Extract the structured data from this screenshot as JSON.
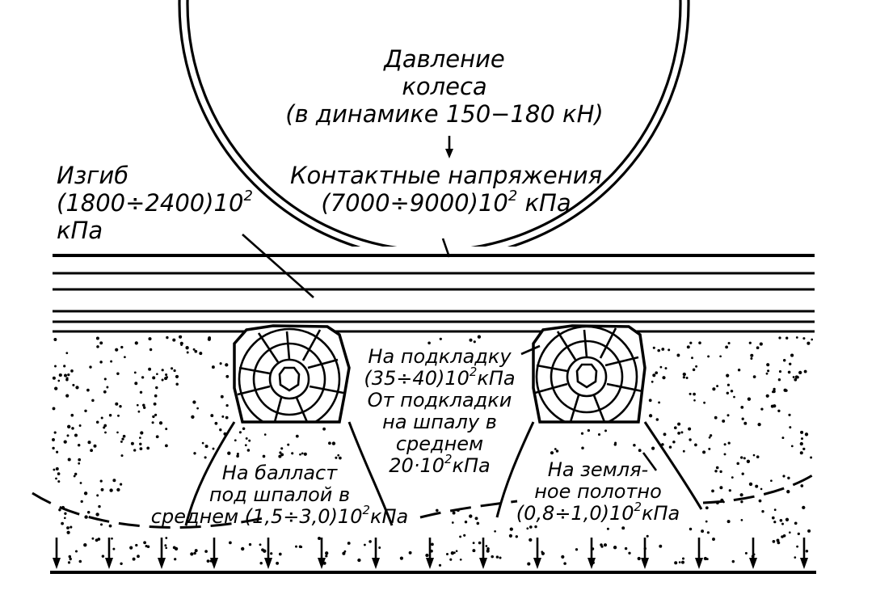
{
  "labels": {
    "wheel_pressure": {
      "line1": "Давление",
      "line2": "колеса",
      "line3": "(в динамике 150−180 кН)"
    },
    "contact_stress": {
      "line1": "Контактные напряжения",
      "line2_pre": "(7000÷9000)10",
      "line2_sup": "2",
      "line2_post": " кПа"
    },
    "bending": {
      "line1": "Изгиб",
      "line2_pre": "(1800÷2400)10",
      "line2_sup": "2",
      "line3": "кПа"
    },
    "on_tie_plate": {
      "line1": "На подкладку",
      "line2_pre": "(35÷40)10",
      "line2_sup": "2",
      "line2_post": "кПа",
      "line3": "От подкладки",
      "line4": "на шпалу в",
      "line5": "среднем",
      "line6_pre": "20·10",
      "line6_sup": "2",
      "line6_post": "кПа"
    },
    "on_ballast": {
      "line1": "На балласт",
      "line2": "под шпалой в",
      "line3_pre": "среднем (1,5÷3,0)10",
      "line3_sup": "2",
      "line3_post": "кПа"
    },
    "on_subgrade": {
      "line1": "На земля-",
      "line2": "ное полотно",
      "line3_pre": "(0,8÷1,0)10",
      "line3_sup": "2",
      "line3_post": "кПа"
    }
  },
  "colors": {
    "ink": "#000000",
    "paper": "#ffffff"
  }
}
